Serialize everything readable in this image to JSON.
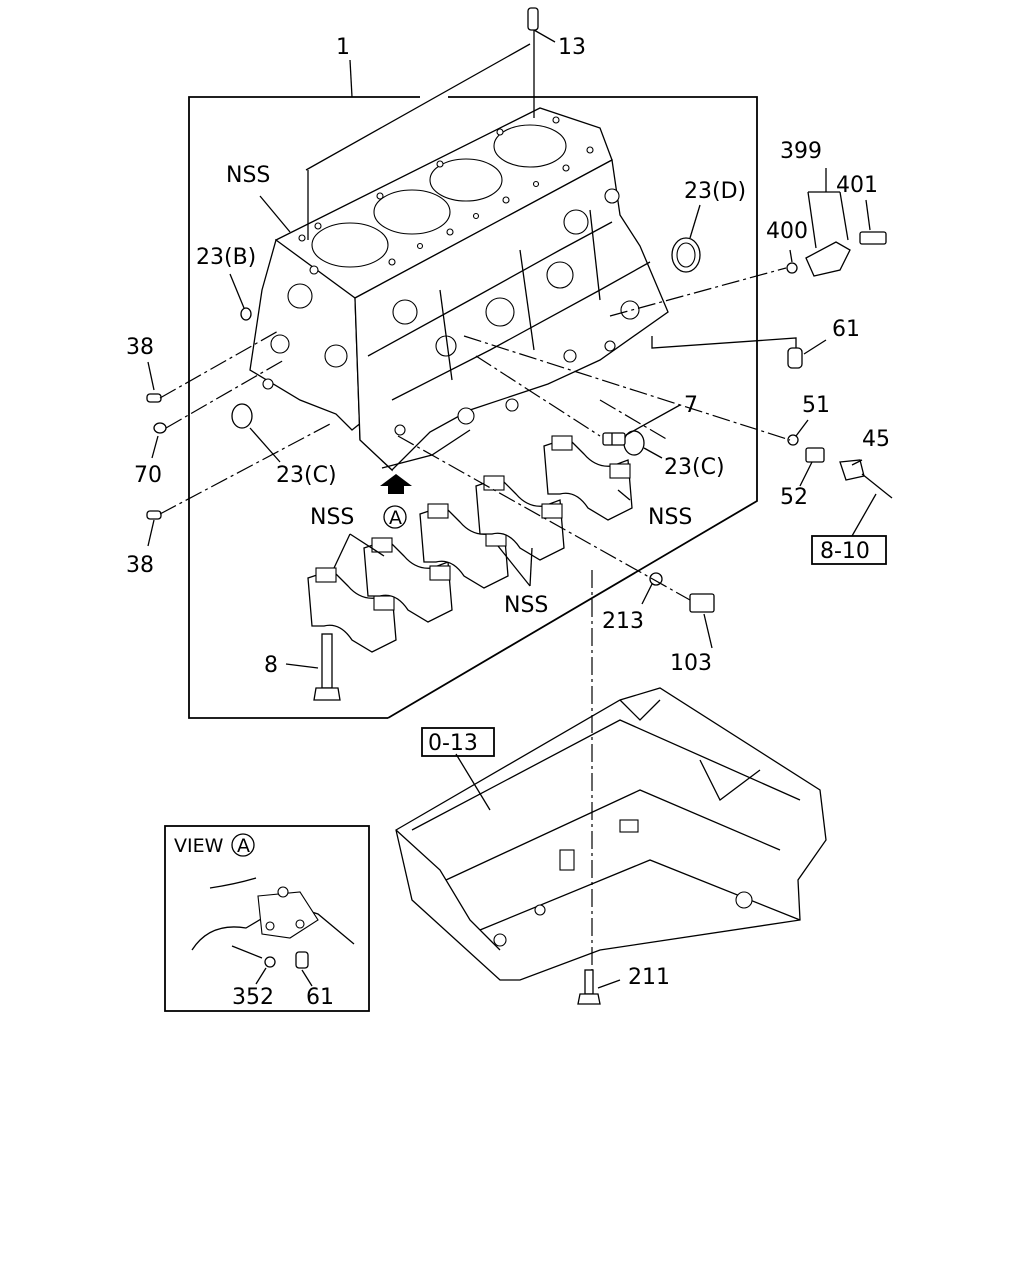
{
  "labels": {
    "l1": "1",
    "l13": "13",
    "l399": "399",
    "l401": "401",
    "l400": "400",
    "nss_top": "NSS",
    "l23d": "23(D)",
    "l23b": "23(B)",
    "l38a": "38",
    "l70": "70",
    "l38b": "38",
    "l23c_left": "23(C)",
    "l61_top": "61",
    "l7": "7",
    "l51": "51",
    "l45": "45",
    "l23c_right": "23(C)",
    "l52": "52",
    "l810": "8-10",
    "nss_right": "NSS",
    "nss_left": "NSS",
    "arrow_a": "A",
    "nss_bottom": "NSS",
    "l213": "213",
    "l103": "103",
    "l8": "8",
    "l013": "0-13",
    "view_word": "VIEW",
    "view_a": "A",
    "l352": "352",
    "l61_view": "61",
    "l211": "211"
  },
  "colors": {
    "ink": "#000000",
    "paper": "#ffffff"
  }
}
